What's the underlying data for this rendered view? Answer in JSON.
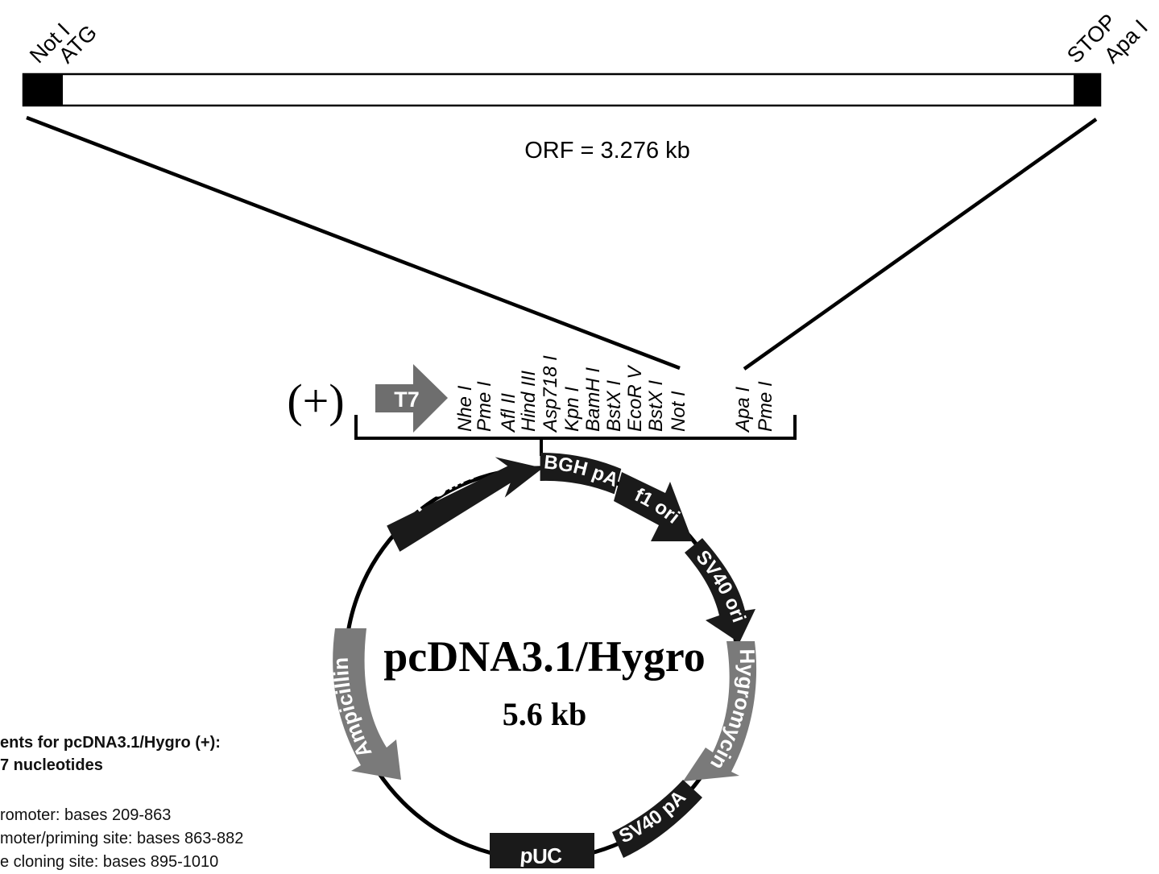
{
  "orf": {
    "left_sites": [
      "Not I",
      "ATG"
    ],
    "right_sites": [
      "STOP",
      "Apa I"
    ],
    "length_label": "ORF = 3.276 kb"
  },
  "mcs": {
    "orientation": "(+)",
    "promoter_arrow": "T7",
    "sites": [
      "Nhe I",
      "Pme I",
      "Afl II",
      "Hind III",
      "Asp718 I",
      "Kpn I",
      "BamH I",
      "BstX I",
      "EcoR V",
      "BstX I",
      "Not I",
      "Apa I",
      "Pme I"
    ]
  },
  "plasmid": {
    "name": "pcDNA3.1/Hygro",
    "size": "5.6 kb",
    "features": [
      {
        "label": "P CMV",
        "color": "#1a1a1a"
      },
      {
        "label": "BGH pA",
        "color": "#1a1a1a"
      },
      {
        "label": "f1 ori",
        "color": "#1a1a1a"
      },
      {
        "label": "SV40 ori",
        "color": "#1a1a1a"
      },
      {
        "label": "Hygromycin",
        "color": "#7a7a7a"
      },
      {
        "label": "SV40 pA",
        "color": "#1a1a1a"
      },
      {
        "label": "pUC",
        "color": "#1a1a1a"
      },
      {
        "label": "Ampicillin",
        "color": "#7a7a7a"
      }
    ]
  },
  "comments": {
    "header_line1": "ents for pcDNA3.1/Hygro (+):",
    "header_line2": "7 nucleotides",
    "items": [
      "romoter: bases 209-863",
      "moter/priming site: bases 863-882",
      "e cloning site: bases 895-1010"
    ]
  }
}
